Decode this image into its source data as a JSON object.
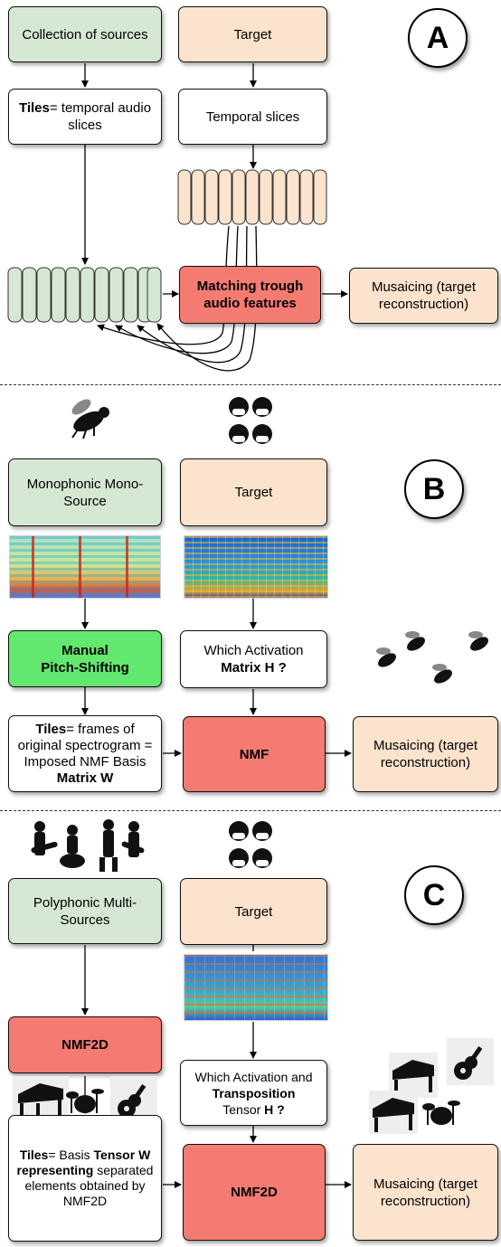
{
  "panels": {
    "a": {
      "badge": "A",
      "sources": "Collection of sources",
      "target": "Target",
      "tiles_bold": "Tiles",
      "tiles_rest": "= temporal audio slices",
      "temporal_slices": "Temporal slices",
      "matching": "Matching trough audio features",
      "musaicing": "Musaicing (target reconstruction)"
    },
    "b": {
      "badge": "B",
      "source": "Monophonic Mono-Source",
      "target": "Target",
      "pitch_line1": "Manual",
      "pitch_line2": "Pitch-Shifting",
      "activation_line1": "Which Activation",
      "activation_line2": "Matrix H ?",
      "tiles_bold": "Tiles",
      "tiles_rest": "= frames of original spectrogram = Imposed NMF Basis",
      "tiles_matrix": "Matrix W",
      "nmf": "NMF",
      "musaicing": "Musaicing (target reconstruction)"
    },
    "c": {
      "badge": "C",
      "source": "Polyphonic Multi-Sources",
      "target": "Target",
      "nmf2d_top": "NMF2D",
      "activation_line1": "Which Activation and",
      "activation_bold": "Transposition",
      "activation_line3a": "Tensor",
      "activation_line3b": "H ?",
      "tiles_bold1": "Tiles",
      "tiles_rest1": "= Basis",
      "tiles_bold2": "Tensor W representing",
      "tiles_rest2": "separated elements obtained by NMF2D",
      "nmf2d": "NMF2D",
      "musaicing": "Musaicing (target reconstruction)"
    }
  },
  "colors": {
    "source_box": "#d5e8d4",
    "target_box": "#fbe3cd",
    "process_box": "#f47b72",
    "pitch_box": "#63e86f"
  },
  "icons": [
    "bee-icon",
    "beatles-faces-icon",
    "band-icon",
    "piano-icon",
    "drums-icon",
    "guitar-icon"
  ]
}
